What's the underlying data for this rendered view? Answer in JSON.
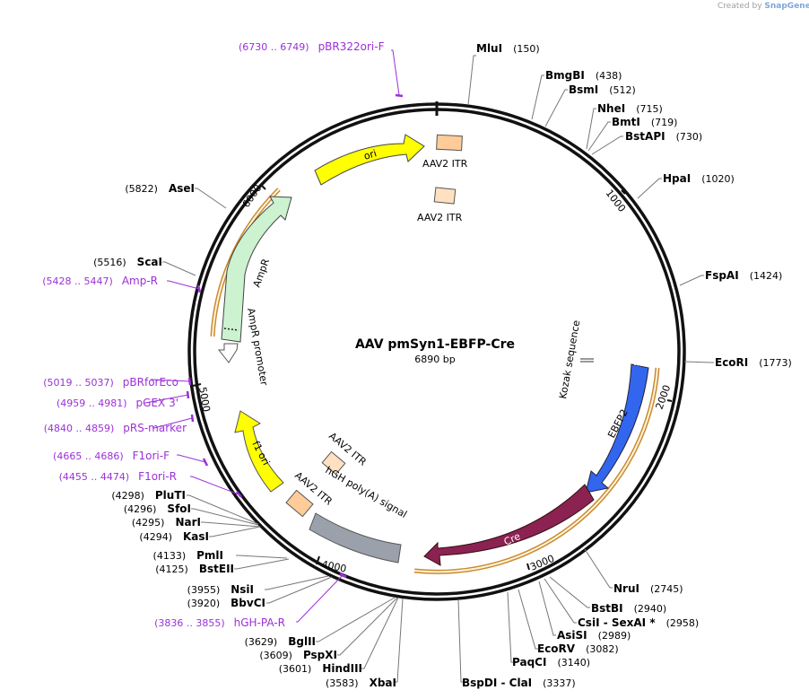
{
  "credit": {
    "prefix": "Created by",
    "brand": "SnapGene"
  },
  "plasmid": {
    "name": "AAV pmSyn1-EBFP-Cre",
    "size": "6890 bp"
  },
  "ticks": [
    "1000",
    "2000",
    "3000",
    "4000",
    "5000",
    "6000"
  ],
  "sites": [
    {
      "name": "MluI",
      "pos": "(150)"
    },
    {
      "name": "BmgBI",
      "pos": "(438)"
    },
    {
      "name": "BsmI",
      "pos": "(512)"
    },
    {
      "name": "NheI",
      "pos": "(715)"
    },
    {
      "name": "BmtI",
      "pos": "(719)"
    },
    {
      "name": "BstAPI",
      "pos": "(730)"
    },
    {
      "name": "HpaI",
      "pos": "(1020)"
    },
    {
      "name": "FspAI",
      "pos": "(1424)"
    },
    {
      "name": "EcoRI",
      "pos": "(1773)"
    },
    {
      "name": "NruI",
      "pos": "(2745)"
    },
    {
      "name": "BstBI",
      "pos": "(2940)"
    },
    {
      "name": "CsiI",
      "extra": " - SexAI *",
      "pos": "(2958)"
    },
    {
      "name": "AsiSI",
      "pos": "(2989)"
    },
    {
      "name": "EcoRV",
      "pos": "(3082)"
    },
    {
      "name": "PaqCI",
      "pos": "(3140)"
    },
    {
      "name": "BspDI",
      "extra": " - ClaI",
      "pos": "(3337)"
    },
    {
      "name": "XbaI",
      "pos": "(3583)"
    },
    {
      "name": "HindIII",
      "pos": "(3601)"
    },
    {
      "name": "PspXI",
      "pos": "(3609)"
    },
    {
      "name": "BglII",
      "pos": "(3629)"
    },
    {
      "name": "BbvCI",
      "pos": "(3920)"
    },
    {
      "name": "NsiI",
      "pos": "(3955)"
    },
    {
      "name": "BstEII",
      "pos": "(4125)"
    },
    {
      "name": "PmlI",
      "pos": "(4133)"
    },
    {
      "name": "KasI",
      "pos": "(4294)"
    },
    {
      "name": "NarI",
      "pos": "(4295)"
    },
    {
      "name": "SfoI",
      "pos": "(4296)"
    },
    {
      "name": "PluTI",
      "pos": "(4298)"
    },
    {
      "name": "ScaI",
      "pos": "(5516)"
    },
    {
      "name": "AseI",
      "pos": "(5822)"
    }
  ],
  "primers": [
    {
      "name": "pBR322ori-F",
      "range": "(6730 .. 6749)"
    },
    {
      "name": "Amp-R",
      "range": "(5428 .. 5447)"
    },
    {
      "name": "pBRforEco",
      "range": "(5019 .. 5037)"
    },
    {
      "name": "pGEX 3'",
      "range": "(4959 .. 4981)"
    },
    {
      "name": "pRS-marker",
      "range": "(4840 .. 4859)"
    },
    {
      "name": "F1ori-F",
      "range": "(4665 .. 4686)"
    },
    {
      "name": "F1ori-R",
      "range": "(4455 .. 4474)"
    },
    {
      "name": "hGH-PA-R",
      "range": "(3836 .. 3855)"
    }
  ],
  "features": {
    "ori": "ori",
    "ampr": "AmpR",
    "ampr_promoter": "AmpR promoter",
    "itr1": "AAV2 ITR",
    "itr2": "AAV2 ITR",
    "itr3": "AAV2 ITR",
    "itr4": "AAV2 ITR",
    "kozak": "Kozak sequence",
    "ebfp2": "EBFP2",
    "cre": "Cre",
    "hgh": "hGH poly(A) signal",
    "f1ori": "f1 ori"
  },
  "colors": {
    "ori": "#ffff00",
    "ampr": "#ccf2d0",
    "itr": "#ffcc99",
    "ebfp2": "#3366ee",
    "cre": "#8b2252",
    "hgh": "#9aa1aa",
    "f1ori": "#ffff00",
    "primer": "#9b30d9",
    "orf": "#c98a2e"
  }
}
